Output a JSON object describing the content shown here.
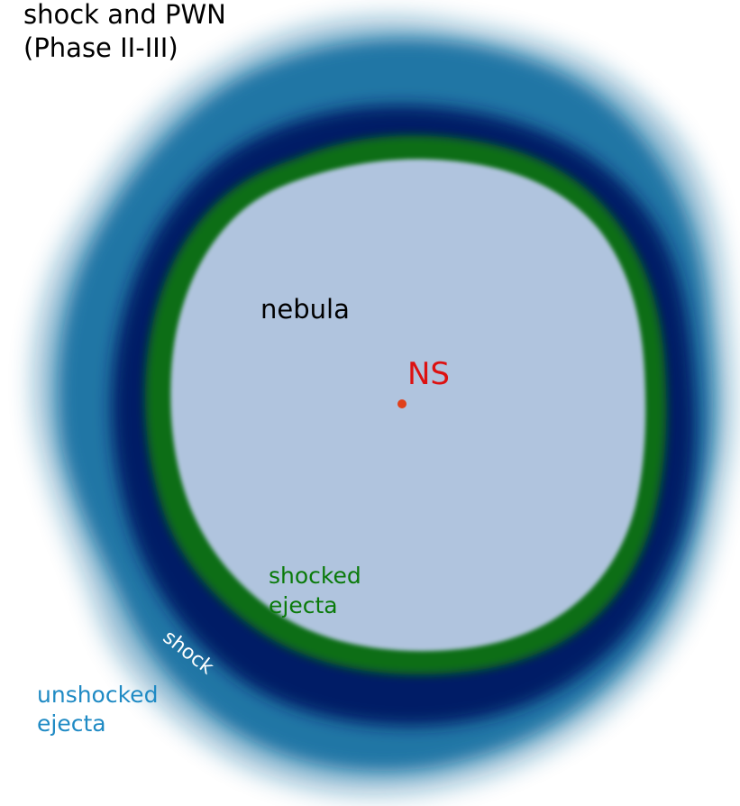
{
  "title": {
    "line1": "shock and PWN",
    "line2": "(Phase II-III)"
  },
  "regions": {
    "nebula": "nebula",
    "neutron_star": "NS",
    "shocked_ejecta_line1": "shocked",
    "shocked_ejecta_line2": "ejecta",
    "shock": "shock",
    "unshocked_ejecta_line1": "unshocked",
    "unshocked_ejecta_line2": "ejecta"
  },
  "colors": {
    "nebula_fill": "#b0c4de",
    "shocked_ejecta": "#0a6e12",
    "shock_shell": "#061a66",
    "unshocked_ejecta": "#0e6b9e",
    "neutron_star": "#e0401a",
    "title_text": "#000000",
    "nebula_text": "#000000",
    "ns_text": "#dd1111",
    "shocked_text": "#0a7a0a",
    "shock_text": "#ffffff",
    "unshocked_text": "#1f8ac4"
  }
}
